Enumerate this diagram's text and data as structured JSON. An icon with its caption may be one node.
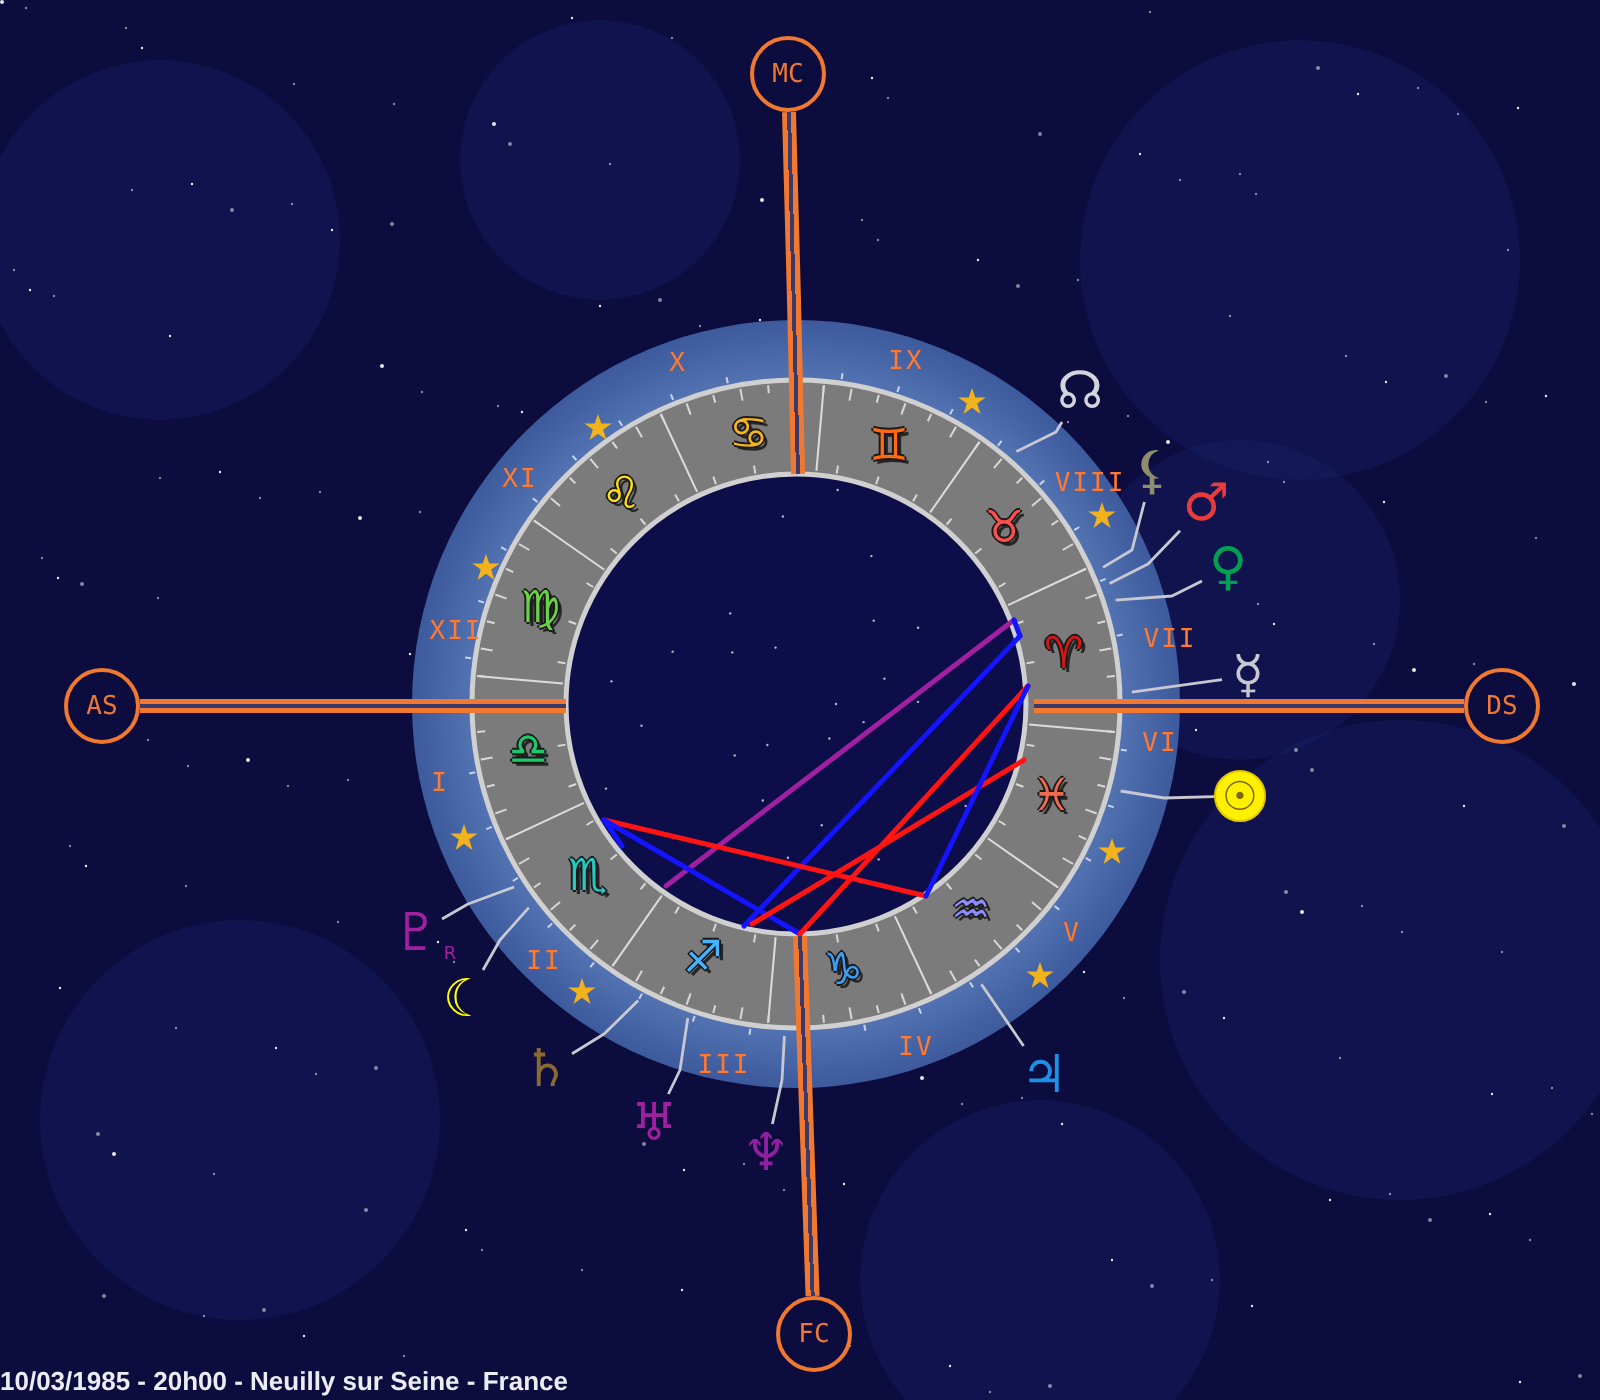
{
  "diagram": {
    "caption": "10/03/1985 - 20h00 - Neuilly sur Seine - France",
    "nodes": [
      {
        "text": [
          "MC"
        ]
      },
      {
        "text": [
          "☊"
        ]
      },
      {
        "text": [
          "⚸"
        ]
      },
      {
        "text": [
          "♂"
        ]
      },
      {
        "text": [
          "♀"
        ]
      },
      {
        "text": [
          "☿"
        ]
      },
      {
        "text": [
          "AS"
        ]
      },
      {
        "text": [
          "DS"
        ]
      },
      {
        "text": [
          "☉"
        ]
      },
      {
        "text": [
          "♇"
        ],
        "beside": [
          "R"
        ]
      },
      {
        "text": [
          "☾"
        ]
      },
      {
        "text": [
          "♄"
        ]
      },
      {
        "text": [
          "♃"
        ]
      },
      {
        "text": [
          "♅"
        ]
      },
      {
        "text": [
          "♆"
        ]
      },
      {
        "text": [
          "FC"
        ]
      }
    ],
    "edges": [
      {
        "from": 0,
        "to": null,
        "arrow": "none",
        "style": "thick",
        "color": "#f07830"
      },
      {
        "from": 1,
        "to": null,
        "arrow": "none"
      },
      {
        "from": 2,
        "to": null,
        "arrow": "none"
      },
      {
        "from": 3,
        "to": null,
        "arrow": "none"
      },
      {
        "from": 4,
        "to": null,
        "arrow": "none"
      },
      {
        "from": 5,
        "to": null,
        "arrow": "none"
      },
      {
        "from": 6,
        "to": null,
        "arrow": "none",
        "style": "thick",
        "color": "#f07830"
      },
      {
        "from": 7,
        "to": null,
        "arrow": "none",
        "style": "thick",
        "color": "#f07830"
      },
      {
        "from": 8,
        "to": null,
        "arrow": "none"
      },
      {
        "from": 9,
        "to": null,
        "arrow": "none"
      },
      {
        "from": 10,
        "to": null,
        "arrow": "none"
      },
      {
        "from": 11,
        "to": null,
        "arrow": "none"
      },
      {
        "from": 12,
        "to": null,
        "arrow": "none"
      },
      {
        "from": 13,
        "to": null,
        "arrow": "none"
      },
      {
        "from": 14,
        "to": null,
        "arrow": "none"
      },
      {
        "from": 15,
        "to": null,
        "arrow": "none",
        "style": "thick",
        "color": "#f07830"
      }
    ],
    "labels": [
      "X",
      "IX",
      "♋",
      "♊",
      "XI",
      "♌",
      "VIII",
      "♉",
      "XII",
      "♍",
      "VII",
      "♈",
      "♎",
      "I",
      "VI",
      "♓",
      "♏",
      "♒",
      "II",
      "V",
      "♐",
      "♑",
      "III",
      "IV"
    ]
  }
}
